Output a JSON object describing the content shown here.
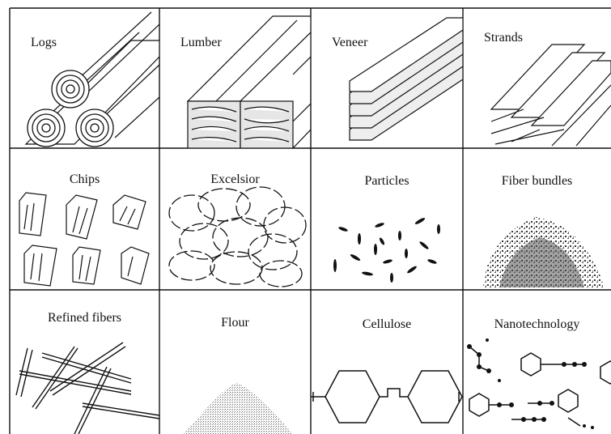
{
  "cells": [
    {
      "label": "Logs"
    },
    {
      "label": "Lumber"
    },
    {
      "label": "Veneer"
    },
    {
      "label": "Strands"
    },
    {
      "label": "Chips"
    },
    {
      "label": "Excelsior"
    },
    {
      "label": "Particles"
    },
    {
      "label": "Fiber bundles"
    },
    {
      "label": "Refined fibers"
    },
    {
      "label": "Flour"
    },
    {
      "label": "Cellulose"
    },
    {
      "label": "Nanotechnology"
    }
  ]
}
